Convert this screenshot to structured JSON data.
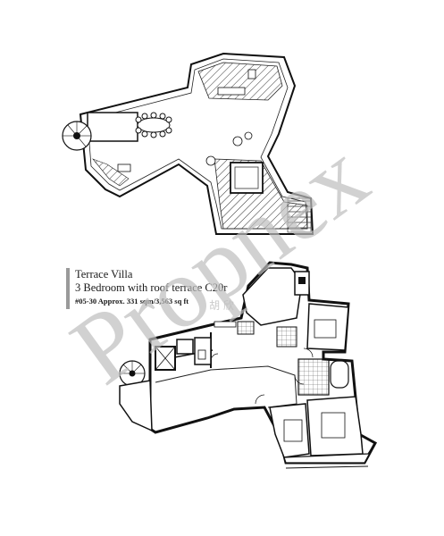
{
  "plan": {
    "title": "Terrace Villa",
    "subtitle": "3 Bedroom with roof terrace C20r",
    "unit_info": "#05-30 Approx. 331 sqm/3,563 sq ft"
  },
  "watermark": {
    "text": "Propnex",
    "cn_text": "胡 欣",
    "color": "#bdbdbd"
  }
}
